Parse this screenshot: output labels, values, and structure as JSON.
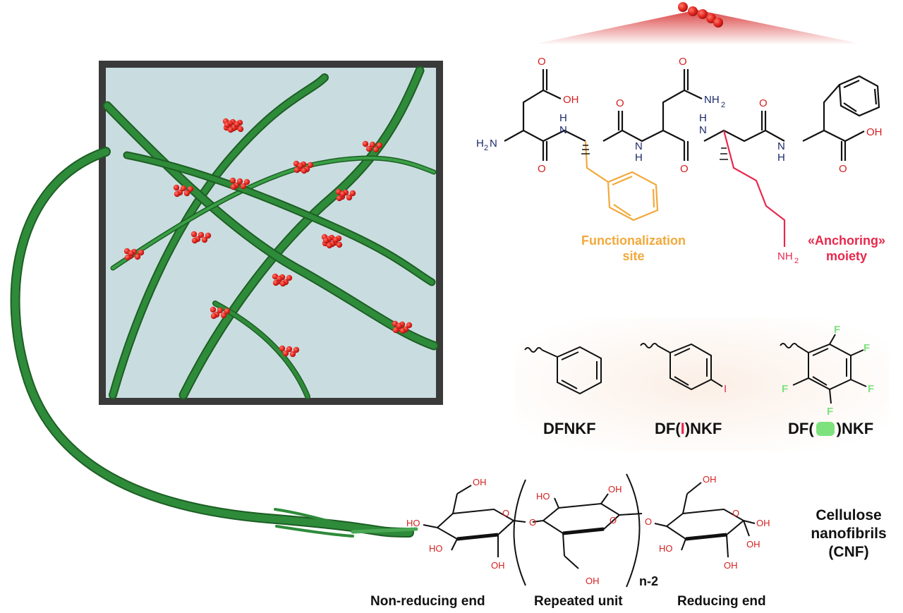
{
  "peptide": {
    "atoms": {
      "oh": "OH",
      "o": "O",
      "nh2": "NH",
      "sub2": "2",
      "h2n_h": "H",
      "h2n_n": "N",
      "h": "H",
      "n": "N"
    },
    "functionalization_label": [
      "Functionalization",
      "site"
    ],
    "anchoring_label": [
      "«Anchoring»",
      "moiety"
    ]
  },
  "variants": {
    "dfnkf": "DFNKF",
    "dfinkf_prefix": "DF(",
    "dfinkf_i": "I",
    "dfinkf_suffix": ")NKF",
    "dff5nkf_prefix": "DF(",
    "dff5nkf_suffix": ")NKF",
    "iodine_atom": "I",
    "fluorine_atom": "F"
  },
  "cellulose": {
    "title_lines": [
      "Cellulose",
      "nanofibrils",
      "(CNF)"
    ],
    "repeat_subscript": "n-2",
    "non_reducing_end": "Non-reducing end",
    "repeated_unit": "Repeated unit",
    "reducing_end": "Reducing end",
    "oh": "OH",
    "ho": "HO",
    "o": "O"
  },
  "colors": {
    "fiber": "#2e8b3a",
    "fiber_dark": "#1d5e24",
    "bead": "#e3251f",
    "panel_bg": "#c9dde0",
    "frame": "#3a3a3a",
    "navy": "#1a2a6c",
    "red": "#d42020",
    "orange": "#f2a93b",
    "crimson": "#e8284d",
    "fluorine": "#7de27d"
  }
}
